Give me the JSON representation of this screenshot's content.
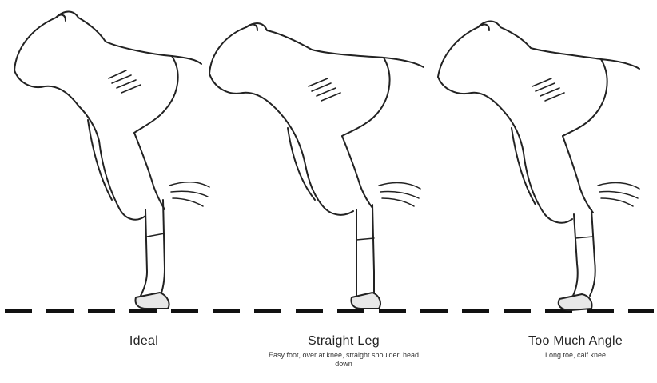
{
  "panels": [
    {
      "title": "Ideal",
      "note": ""
    },
    {
      "title": "Straight Leg",
      "note": "Easy foot, over at knee, straight shoulder, head down"
    },
    {
      "title": "Too Much Angle",
      "note": "Long toe, calf knee"
    }
  ]
}
